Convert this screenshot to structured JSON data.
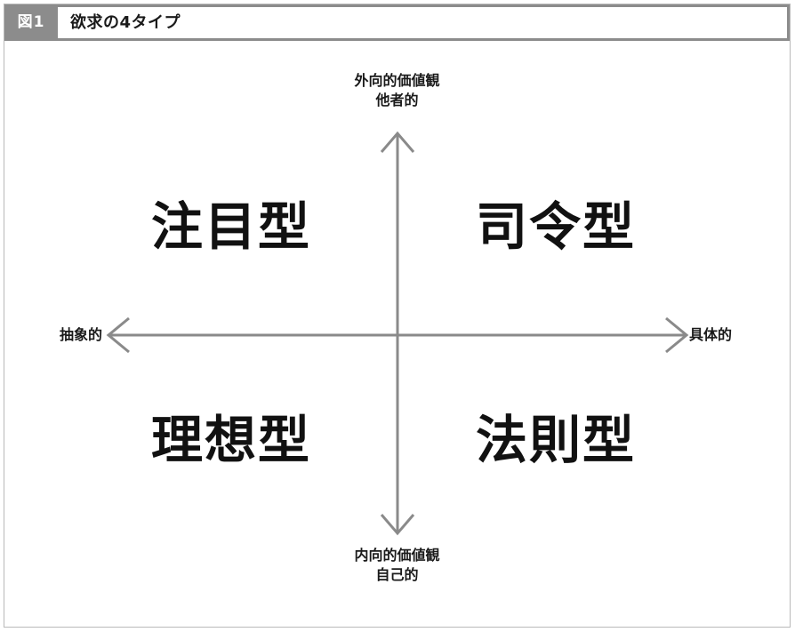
{
  "header": {
    "badge": "図1",
    "title": "欲求の4タイプ"
  },
  "axes": {
    "top": {
      "line1": "外向的価値観",
      "line2": "他者的"
    },
    "bottom": {
      "line1": "内向的価値観",
      "line2": "自己的"
    },
    "left": "抽象的",
    "right": "具体的"
  },
  "quadrants": {
    "top_left": "注目型",
    "top_right": "司令型",
    "bottom_left": "理想型",
    "bottom_right": "法則型"
  },
  "colors": {
    "header_bar": "#8c8c8c",
    "frame": "#b9b9b9",
    "axis_line": "#8a8a8a",
    "text": "#111111",
    "badge_text": "#ffffff"
  },
  "chart_data": {
    "type": "scatter",
    "title": "欲求の4タイプ",
    "xlabel": "抽象的 ←→ 具体的",
    "ylabel": "内向的価値観(自己的) ←→ 外向的価値観(他者的)",
    "x_axis_negative_label": "抽象的",
    "x_axis_positive_label": "具体的",
    "y_axis_positive_label": "外向的価値観 / 他者的",
    "y_axis_negative_label": "内向的価値観 / 自己的",
    "grid": false,
    "legend": "none",
    "quadrants": [
      {
        "name": "注目型",
        "x": "抽象的",
        "y": "外向的価値観・他者的",
        "position": "top-left"
      },
      {
        "name": "司令型",
        "x": "具体的",
        "y": "外向的価値観・他者的",
        "position": "top-right"
      },
      {
        "name": "理想型",
        "x": "抽象的",
        "y": "内向的価値観・自己的",
        "position": "bottom-left"
      },
      {
        "name": "法則型",
        "x": "具体的",
        "y": "内向的価値観・自己的",
        "position": "bottom-right"
      }
    ]
  }
}
